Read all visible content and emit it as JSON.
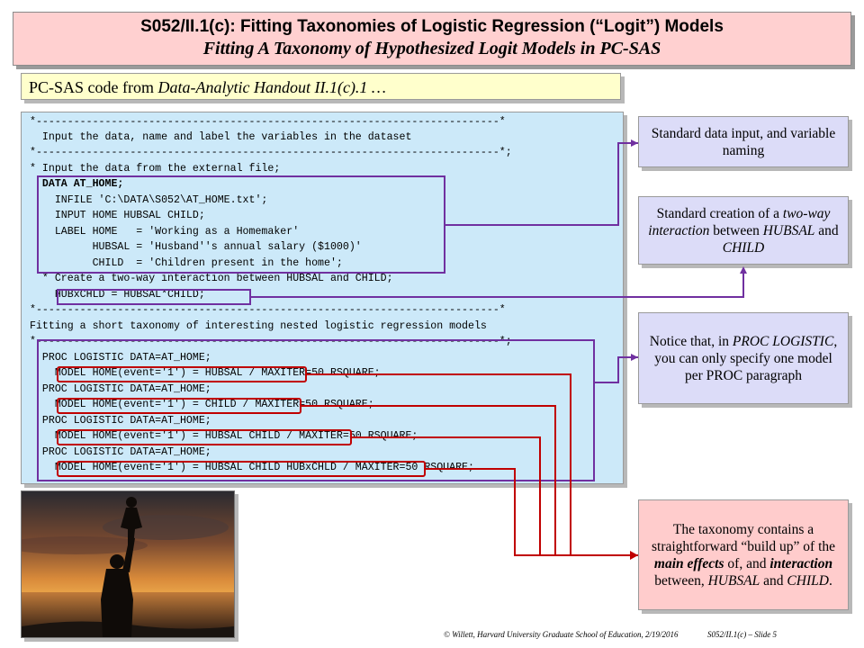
{
  "title": {
    "line1": "S052/II.1(c): Fitting Taxonomies of Logistic Regression (“Logit”) Models",
    "line2": "Fitting A Taxonomy of Hypothesized Logit Models in PC-SAS"
  },
  "subtitle": {
    "prefix": "PC-SAS code from ",
    "source": "Data-Analytic Handout II.1(c).1 …"
  },
  "code": {
    "lines": [
      "*--------------------------------------------------------------------------*",
      "  Input the data, name and label the variables in the dataset",
      "*--------------------------------------------------------------------------*;",
      "* Input the data from the external file;",
      "  DATA AT_HOME;",
      "    INFILE 'C:\\DATA\\S052\\AT_HOME.txt';",
      "    INPUT HOME HUBSAL CHILD;",
      "    LABEL HOME   = 'Working as a Homemaker'",
      "          HUBSAL = 'Husband''s annual salary ($1000)'",
      "          CHILD  = 'Children present in the home';",
      "  * Create a two-way interaction between HUBSAL and CHILD;",
      "    HUBxCHLD = HUBSAL*CHILD;",
      "*--------------------------------------------------------------------------*",
      "Fitting a short taxonomy of interesting nested logistic regression models",
      "*--------------------------------------------------------------------------*;",
      "  PROC LOGISTIC DATA=AT_HOME;",
      "    MODEL HOME(event='1') = HUBSAL / MAXITER=50 RSQUARE;",
      "  PROC LOGISTIC DATA=AT_HOME;",
      "    MODEL HOME(event='1') = CHILD / MAXITER=50 RSQUARE;",
      "  PROC LOGISTIC DATA=AT_HOME;",
      "    MODEL HOME(event='1') = HUBSAL CHILD / MAXITER=50 RSQUARE;",
      "  PROC LOGISTIC DATA=AT_HOME;",
      "    MODEL HOME(event='1') = HUBSAL CHILD HUBxCHLD / MAXITER=50 RSQUARE;"
    ]
  },
  "notes": {
    "n1": "Standard data input, and variable naming",
    "n2_a": "Standard creation of  a ",
    "n2_b": "two-way interaction",
    "n2_c": " between ",
    "n2_d": "HUBSAL",
    "n2_e": " and ",
    "n2_f": "CHILD",
    "n3_a": "Notice that, in ",
    "n3_b": "PROC LOGISTIC",
    "n3_c": ", you can only specify one model per PROC paragraph",
    "n4_a": "The taxonomy contains a straightforward “build up” of the ",
    "n4_b": "main effects",
    "n4_c": " of, and ",
    "n4_d": "interaction",
    "n4_e": " between, ",
    "n4_f": "HUBSAL",
    "n4_g": " and ",
    "n4_h": "CHILD",
    "n4_i": "."
  },
  "footer": {
    "left": "© Willett, Harvard University Graduate School of Education, 2/19/2016",
    "right": "S052/II.1(c) – Slide 5"
  },
  "colors": {
    "title_bg": "#ffd0d0",
    "subtitle_bg": "#ffffcc",
    "code_bg": "#cce9f9",
    "note_bg": "#dcdcf8",
    "note_pink_bg": "#ffcccc",
    "purple_line": "#7030a0",
    "red_line": "#c00000"
  },
  "icons": {
    "photo": "sunset-silhouette-photo"
  }
}
